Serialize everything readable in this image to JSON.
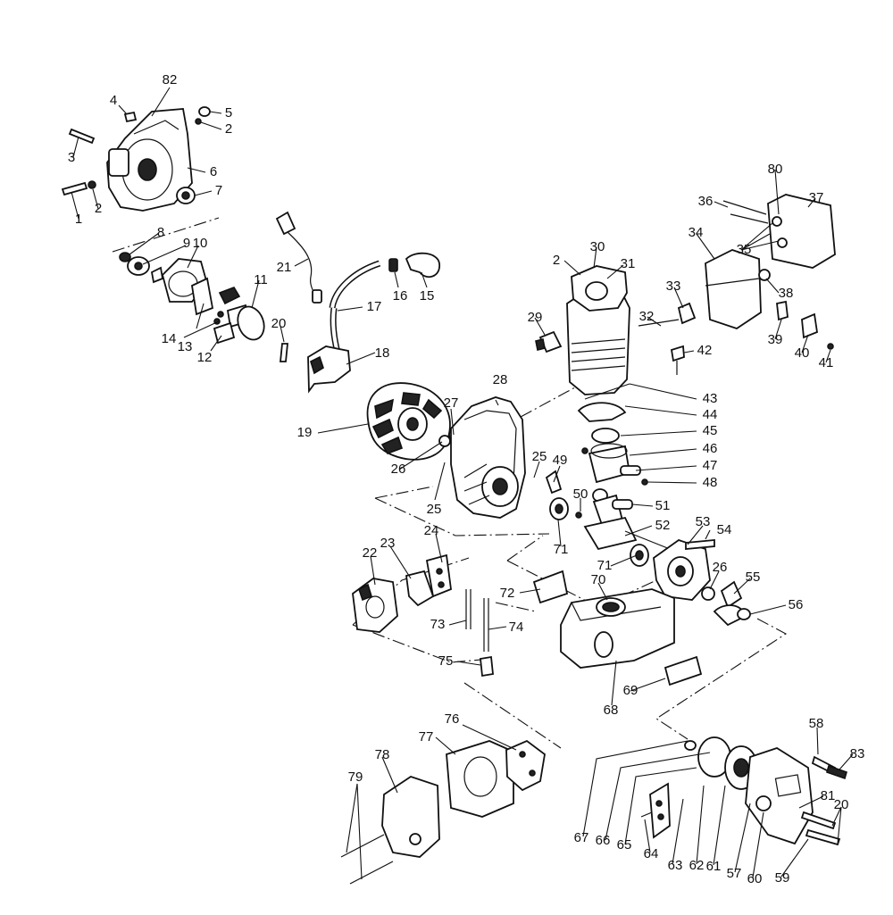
{
  "diagram": {
    "labels": [
      {
        "id": "82",
        "text": "82"
      },
      {
        "id": "4",
        "text": "4"
      },
      {
        "id": "5",
        "text": "5"
      },
      {
        "id": "2a",
        "text": "2"
      },
      {
        "id": "3",
        "text": "3"
      },
      {
        "id": "6",
        "text": "6"
      },
      {
        "id": "7",
        "text": "7"
      },
      {
        "id": "1",
        "text": "1"
      },
      {
        "id": "2b",
        "text": "2"
      },
      {
        "id": "8",
        "text": "8"
      },
      {
        "id": "9",
        "text": "9"
      },
      {
        "id": "10",
        "text": "10"
      },
      {
        "id": "11",
        "text": "11"
      },
      {
        "id": "14",
        "text": "14"
      },
      {
        "id": "13",
        "text": "13"
      },
      {
        "id": "12",
        "text": "12"
      },
      {
        "id": "21",
        "text": "21"
      },
      {
        "id": "16",
        "text": "16"
      },
      {
        "id": "15",
        "text": "15"
      },
      {
        "id": "17",
        "text": "17"
      },
      {
        "id": "20a",
        "text": "20"
      },
      {
        "id": "18",
        "text": "18"
      },
      {
        "id": "30",
        "text": "30"
      },
      {
        "id": "2c",
        "text": "2"
      },
      {
        "id": "31",
        "text": "31"
      },
      {
        "id": "80",
        "text": "80"
      },
      {
        "id": "36",
        "text": "36"
      },
      {
        "id": "37",
        "text": "37"
      },
      {
        "id": "34",
        "text": "34"
      },
      {
        "id": "35",
        "text": "35"
      },
      {
        "id": "33",
        "text": "33"
      },
      {
        "id": "38",
        "text": "38"
      },
      {
        "id": "29",
        "text": "29"
      },
      {
        "id": "32",
        "text": "32"
      },
      {
        "id": "39",
        "text": "39"
      },
      {
        "id": "40",
        "text": "40"
      },
      {
        "id": "41",
        "text": "41"
      },
      {
        "id": "42",
        "text": "42"
      },
      {
        "id": "28",
        "text": "28"
      },
      {
        "id": "43",
        "text": "43"
      },
      {
        "id": "44",
        "text": "44"
      },
      {
        "id": "27",
        "text": "27"
      },
      {
        "id": "19",
        "text": "19"
      },
      {
        "id": "45",
        "text": "45"
      },
      {
        "id": "46",
        "text": "46"
      },
      {
        "id": "26a",
        "text": "26"
      },
      {
        "id": "25a",
        "text": "25"
      },
      {
        "id": "49",
        "text": "49"
      },
      {
        "id": "47",
        "text": "47"
      },
      {
        "id": "48",
        "text": "48"
      },
      {
        "id": "25b",
        "text": "25"
      },
      {
        "id": "50",
        "text": "50"
      },
      {
        "id": "51",
        "text": "51"
      },
      {
        "id": "53",
        "text": "53"
      },
      {
        "id": "52",
        "text": "52"
      },
      {
        "id": "54",
        "text": "54"
      },
      {
        "id": "71a",
        "text": "71"
      },
      {
        "id": "24",
        "text": "24"
      },
      {
        "id": "22",
        "text": "22"
      },
      {
        "id": "23",
        "text": "23"
      },
      {
        "id": "71b",
        "text": "71"
      },
      {
        "id": "26b",
        "text": "26"
      },
      {
        "id": "55",
        "text": "55"
      },
      {
        "id": "70",
        "text": "70"
      },
      {
        "id": "72",
        "text": "72"
      },
      {
        "id": "56",
        "text": "56"
      },
      {
        "id": "73",
        "text": "73"
      },
      {
        "id": "74",
        "text": "74"
      },
      {
        "id": "75",
        "text": "75"
      },
      {
        "id": "69",
        "text": "69"
      },
      {
        "id": "68",
        "text": "68"
      },
      {
        "id": "76",
        "text": "76"
      },
      {
        "id": "77",
        "text": "77"
      },
      {
        "id": "58",
        "text": "58"
      },
      {
        "id": "83",
        "text": "83"
      },
      {
        "id": "78",
        "text": "78"
      },
      {
        "id": "79",
        "text": "79"
      },
      {
        "id": "81",
        "text": "81"
      },
      {
        "id": "20b",
        "text": "20"
      },
      {
        "id": "67",
        "text": "67"
      },
      {
        "id": "66",
        "text": "66"
      },
      {
        "id": "65",
        "text": "65"
      },
      {
        "id": "64",
        "text": "64"
      },
      {
        "id": "63",
        "text": "63"
      },
      {
        "id": "62",
        "text": "62"
      },
      {
        "id": "61",
        "text": "61"
      },
      {
        "id": "57",
        "text": "57"
      },
      {
        "id": "60",
        "text": "60"
      },
      {
        "id": "59",
        "text": "59"
      }
    ]
  }
}
